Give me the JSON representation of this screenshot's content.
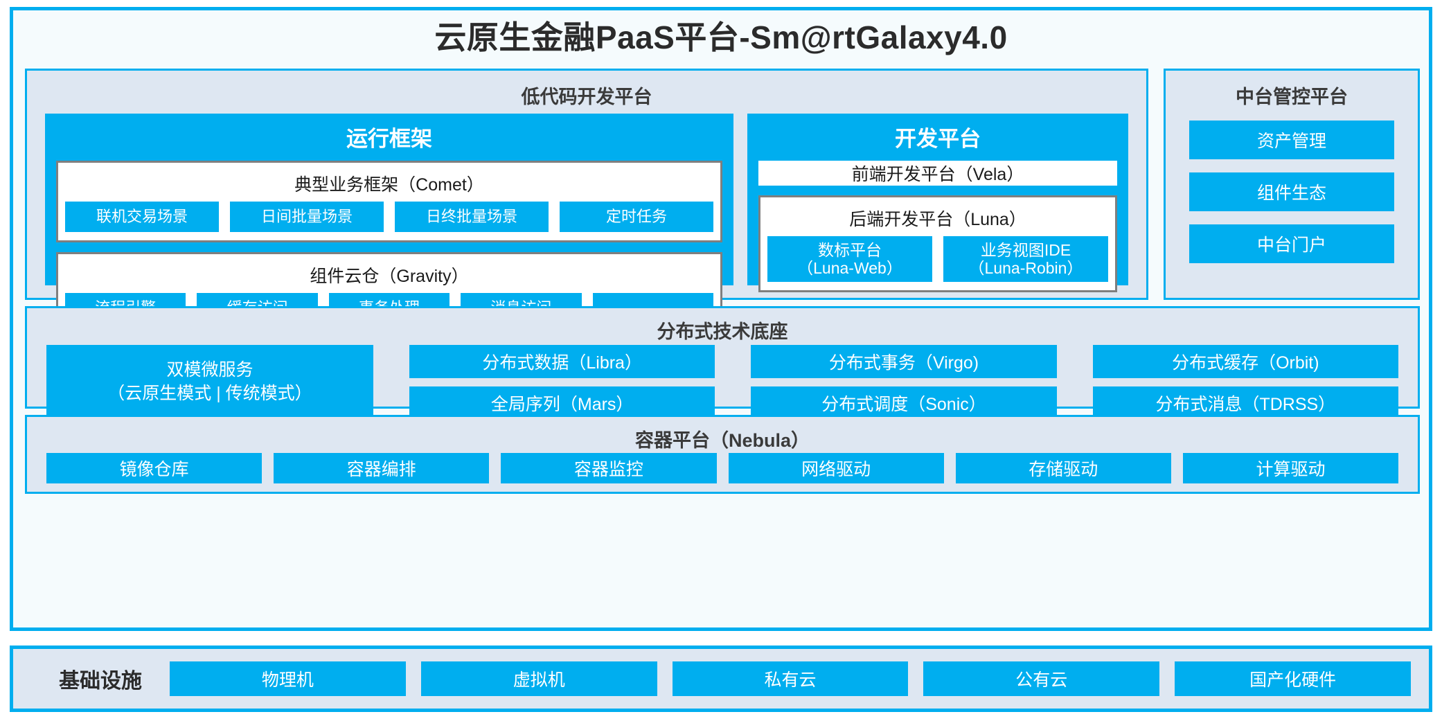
{
  "colors": {
    "accent": "#00AEEF",
    "panel_bg": "#DEE7F2",
    "frame_bg": "#F5FBFD",
    "card_border": "#7F7F7F",
    "text_dark": "#2B2B2B",
    "text_light": "#FFFFFF"
  },
  "platform": {
    "title": "云原生金融PaaS平台-Sm@rtGalaxy4.0"
  },
  "lowcode": {
    "title": "低代码开发平台",
    "runtime": {
      "title": "运行框架",
      "cards": [
        {
          "title": "典型业务框架（Comet）",
          "items": [
            "联机交易场景",
            "日间批量场景",
            "日终批量场景",
            "定时任务"
          ]
        },
        {
          "title": "组件云仓（Gravity）",
          "items": [
            "流程引擎",
            "缓存访问",
            "事务处理",
            "消息访问",
            "……"
          ]
        }
      ]
    },
    "devplatform": {
      "title": "开发平台",
      "frontend": "前端开发平台（Vela）",
      "backend": {
        "title": "后端开发平台（Luna）",
        "items": [
          {
            "line1": "数标平台",
            "line2": "（Luna-Web）"
          },
          {
            "line1": "业务视图IDE",
            "line2": "（Luna-Robin）"
          }
        ]
      }
    }
  },
  "control": {
    "title": "中台管控平台",
    "items": [
      "资产管理",
      "组件生态",
      "中台门户"
    ]
  },
  "tech": {
    "title": "分布式技术底座",
    "wide": {
      "line1": "双模微服务",
      "line2": "（云原生模式 | 传统模式）"
    },
    "columns": [
      [
        "分布式数据（Libra）",
        "全局序列（Mars）"
      ],
      [
        "分布式事务（Virgo)",
        "分布式调度（Sonic）"
      ],
      [
        "分布式缓存（Orbit)",
        "分布式消息（TDRSS）"
      ]
    ]
  },
  "container": {
    "title": "容器平台（Nebula）",
    "items": [
      "镜像仓库",
      "容器编排",
      "容器监控",
      "网络驱动",
      "存储驱动",
      "计算驱动"
    ]
  },
  "infrastructure": {
    "label": "基础设施",
    "items": [
      "物理机",
      "虚拟机",
      "私有云",
      "公有云",
      "国产化硬件"
    ]
  }
}
